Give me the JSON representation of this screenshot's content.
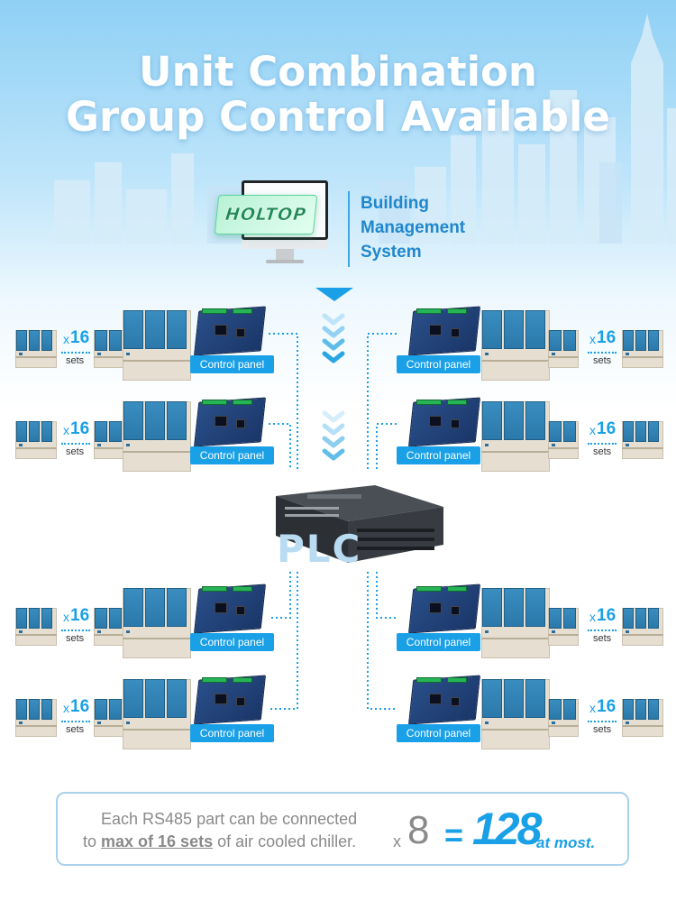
{
  "headline": {
    "line1": "Unit Combination",
    "line2": "Group Control Available"
  },
  "bms": {
    "logo": "HOLTOP",
    "label_lines": [
      "Building",
      "Management",
      "System"
    ]
  },
  "groups": {
    "multiplier_x": "x",
    "multiplier_value": "16",
    "multiplier_unit": "sets",
    "control_panel_label": "Control panel"
  },
  "plc": {
    "label": "PLC"
  },
  "formula": {
    "line1": "Each RS485 part can be connected",
    "line2_pre": "to ",
    "line2_bold": "max of 16 sets",
    "line2_post": " of air cooled chiller.",
    "times": "x",
    "factor": "8",
    "equals": "=",
    "total": "128",
    "suffix": "at most."
  },
  "colors": {
    "accent": "#1aa0e6",
    "brand_green": "#1f8a55",
    "chiller_fan": "#2b79ab",
    "chiller_body": "#e6dfd1"
  }
}
